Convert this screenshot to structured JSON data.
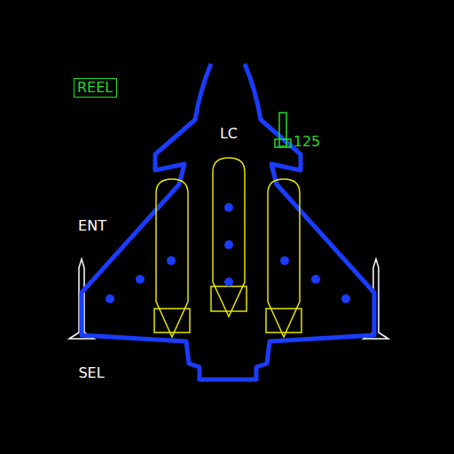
{
  "diagram": {
    "nodes": [
      {
        "text": [
          "REEL"
        ]
      }
    ],
    "labels": [
      "LC",
      "125",
      "ENT",
      "SEL"
    ]
  }
}
